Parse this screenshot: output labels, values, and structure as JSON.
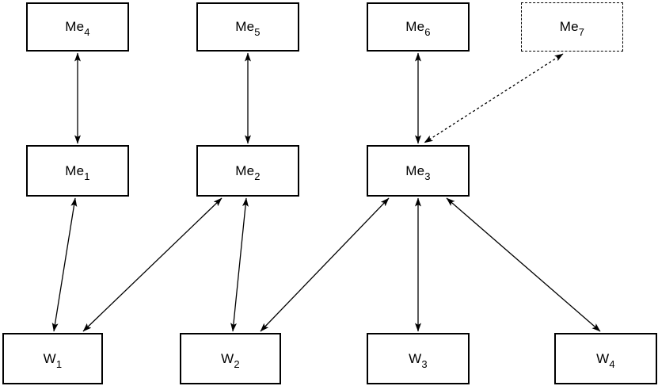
{
  "diagram": {
    "background_color": "#ffffff",
    "line_color": "#000000",
    "nodes": [
      {
        "id": "Me4",
        "main": "Me",
        "sub": "4",
        "border": "solid"
      },
      {
        "id": "Me5",
        "main": "Me",
        "sub": "5",
        "border": "solid"
      },
      {
        "id": "Me6",
        "main": "Me",
        "sub": "6",
        "border": "solid"
      },
      {
        "id": "Me7",
        "main": "Me",
        "sub": "7",
        "border": "dashed"
      },
      {
        "id": "Me1",
        "main": "Me",
        "sub": "1",
        "border": "solid"
      },
      {
        "id": "Me2",
        "main": "Me",
        "sub": "2",
        "border": "solid"
      },
      {
        "id": "Me3",
        "main": "Me",
        "sub": "3",
        "border": "solid"
      },
      {
        "id": "W1",
        "main": "W",
        "sub": "1",
        "border": "solid"
      },
      {
        "id": "W2",
        "main": "W",
        "sub": "2",
        "border": "solid"
      },
      {
        "id": "W3",
        "main": "W",
        "sub": "3",
        "border": "solid"
      },
      {
        "id": "W4",
        "main": "W",
        "sub": "4",
        "border": "solid"
      }
    ],
    "edges": [
      {
        "from": "Me4",
        "to": "Me1",
        "style": "solid",
        "arrows": "both"
      },
      {
        "from": "Me5",
        "to": "Me2",
        "style": "solid",
        "arrows": "both"
      },
      {
        "from": "Me6",
        "to": "Me3",
        "style": "solid",
        "arrows": "both"
      },
      {
        "from": "Me7",
        "to": "Me3",
        "style": "dashed",
        "arrows": "both"
      },
      {
        "from": "Me1",
        "to": "W1",
        "style": "solid",
        "arrows": "both"
      },
      {
        "from": "Me2",
        "to": "W1",
        "style": "solid",
        "arrows": "both"
      },
      {
        "from": "Me2",
        "to": "W2",
        "style": "solid",
        "arrows": "both"
      },
      {
        "from": "Me3",
        "to": "W2",
        "style": "solid",
        "arrows": "both"
      },
      {
        "from": "Me3",
        "to": "W3",
        "style": "solid",
        "arrows": "both"
      },
      {
        "from": "Me3",
        "to": "W4",
        "style": "solid",
        "arrows": "both"
      }
    ]
  }
}
